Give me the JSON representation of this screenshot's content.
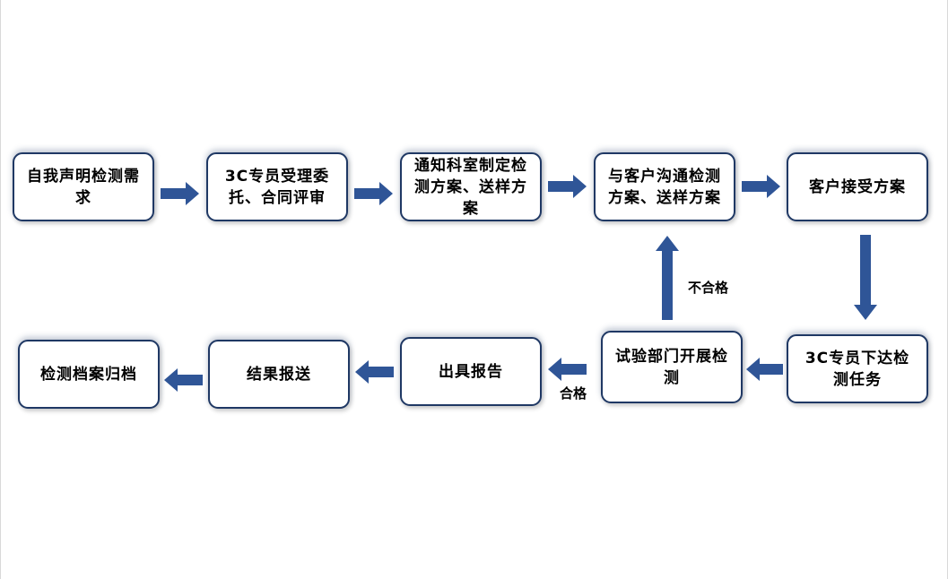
{
  "diagram": {
    "nodes": [
      {
        "id": "declaration",
        "label": "自我声明检测需求"
      },
      {
        "id": "acceptance",
        "label": "3C专员受理委托、合同评审"
      },
      {
        "id": "lab-plan",
        "label": "通知科室制定检测方案、送样方案"
      },
      {
        "id": "customer-communication",
        "label": "与客户沟通检测方案、送样方案"
      },
      {
        "id": "customer-accepts",
        "label": "客户接受方案"
      },
      {
        "id": "assign-task",
        "label": "3C专员下达检测任务"
      },
      {
        "id": "testing",
        "label": "试验部门开展检测"
      },
      {
        "id": "issue-report",
        "label": "出具报告"
      },
      {
        "id": "deliver-result",
        "label": "结果报送"
      },
      {
        "id": "archive",
        "label": "检测档案归档"
      }
    ],
    "edge_labels": {
      "fail": "不合格",
      "pass": "合格"
    },
    "colors": {
      "arrow": "#2f5597",
      "node_border": "#1f3864",
      "text": "#000000"
    }
  }
}
